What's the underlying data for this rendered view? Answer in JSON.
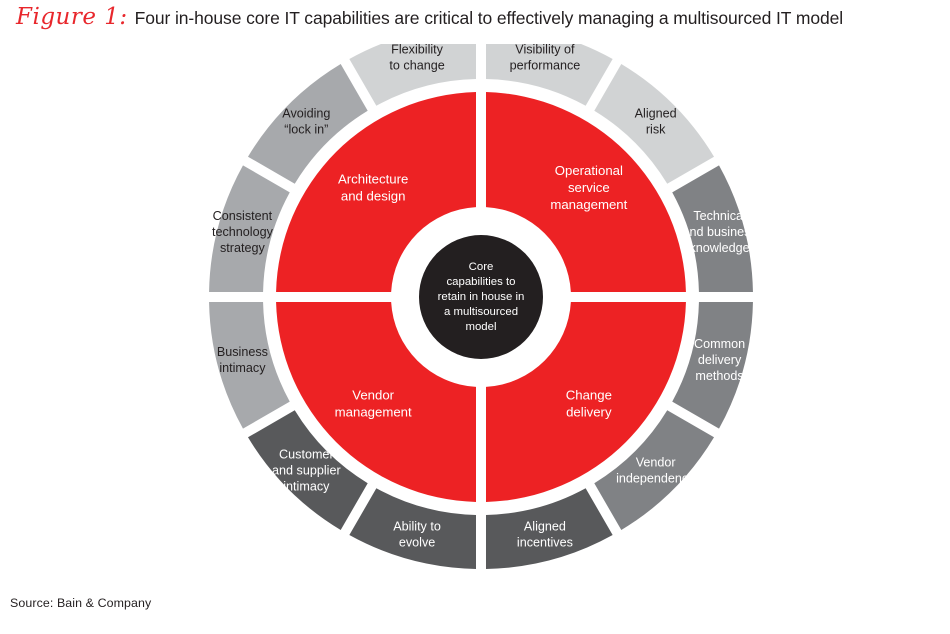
{
  "header": {
    "figure_label": "Figure 1:",
    "title": "Four in-house core IT capabilities are critical to effectively managing a multisourced IT model"
  },
  "source": {
    "text": "Source: Bain & Company"
  },
  "colors": {
    "red": "#ed2224",
    "center_black": "#231f20",
    "gray_light": "#d1d3d4",
    "gray_medium_light": "#a7a9ac",
    "gray_medium_dark": "#808285",
    "gray_dark": "#58595b",
    "background": "#ffffff",
    "text_dark": "#231f20",
    "text_light": "#ffffff"
  },
  "chart_data": {
    "type": "pie",
    "title": "Four in-house core IT capabilities are critical to effectively managing a multisourced IT model",
    "center": {
      "lines": [
        "Core",
        "capabilities to",
        "retain in house in",
        "a multisourced",
        "model"
      ],
      "color": "#231f20"
    },
    "inner_ring": {
      "note": "Four red core-capability quadrants, 90 degrees each",
      "segments": [
        {
          "id": "architecture-and-design",
          "lines": [
            "Architecture",
            "and design"
          ],
          "start_angle": 270,
          "end_angle": 360,
          "color": "#ed2224",
          "text_color": "#ffffff"
        },
        {
          "id": "operational-service-management",
          "lines": [
            "Operational",
            "service",
            "management"
          ],
          "start_angle": 0,
          "end_angle": 90,
          "color": "#ed2224",
          "text_color": "#ffffff"
        },
        {
          "id": "change-delivery",
          "lines": [
            "Change",
            "delivery"
          ],
          "start_angle": 90,
          "end_angle": 180,
          "color": "#ed2224",
          "text_color": "#ffffff"
        },
        {
          "id": "vendor-management",
          "lines": [
            "Vendor",
            "management"
          ],
          "start_angle": 180,
          "end_angle": 270,
          "color": "#ed2224",
          "text_color": "#ffffff"
        }
      ]
    },
    "outer_ring": {
      "note": "Twelve outcome segments, 30 degrees each, grouped in fours by quadrant shade",
      "segments": [
        {
          "id": "avoiding-lock-in",
          "lines": [
            "Avoiding",
            "“lock in”"
          ],
          "start_angle": 300,
          "end_angle": 330,
          "color": "#a7a9ac",
          "text_color": "#231f20",
          "quadrant": "architecture-and-design"
        },
        {
          "id": "consistent-technology-strategy",
          "lines": [
            "Consistent",
            "technology",
            "strategy"
          ],
          "start_angle": 270,
          "end_angle": 300,
          "color": "#a7a9ac",
          "text_color": "#231f20",
          "quadrant": "architecture-and-design"
        },
        {
          "id": "business-intimacy",
          "lines": [
            "Business",
            "intimacy"
          ],
          "start_angle": 240,
          "end_angle": 270,
          "color": "#a7a9ac",
          "text_color": "#231f20",
          "quadrant": "architecture-and-design"
        },
        {
          "id": "flexibility-to-change",
          "lines": [
            "Flexibility",
            "to change"
          ],
          "start_angle": 330,
          "end_angle": 360,
          "color": "#d1d3d4",
          "text_color": "#231f20",
          "quadrant": "operational-service-management"
        },
        {
          "id": "visibility-of-performance",
          "lines": [
            "Visibility of",
            "performance"
          ],
          "start_angle": 0,
          "end_angle": 30,
          "color": "#d1d3d4",
          "text_color": "#231f20",
          "quadrant": "operational-service-management"
        },
        {
          "id": "aligned-risk",
          "lines": [
            "Aligned",
            "risk"
          ],
          "start_angle": 30,
          "end_angle": 60,
          "color": "#d1d3d4",
          "text_color": "#231f20",
          "quadrant": "operational-service-management"
        },
        {
          "id": "technical-and-business-knowledge",
          "lines": [
            "Technical",
            "and business",
            "knowledge"
          ],
          "start_angle": 60,
          "end_angle": 90,
          "color": "#808285",
          "text_color": "#ffffff",
          "quadrant": "change-delivery"
        },
        {
          "id": "common-delivery-methods",
          "lines": [
            "Common",
            "delivery",
            "methods"
          ],
          "start_angle": 90,
          "end_angle": 120,
          "color": "#808285",
          "text_color": "#ffffff",
          "quadrant": "change-delivery"
        },
        {
          "id": "vendor-independence",
          "lines": [
            "Vendor",
            "independence"
          ],
          "start_angle": 120,
          "end_angle": 150,
          "color": "#808285",
          "text_color": "#ffffff",
          "quadrant": "change-delivery"
        },
        {
          "id": "aligned-incentives",
          "lines": [
            "Aligned",
            "incentives"
          ],
          "start_angle": 150,
          "end_angle": 180,
          "color": "#58595b",
          "text_color": "#ffffff",
          "quadrant": "vendor-management"
        },
        {
          "id": "ability-to-evolve",
          "lines": [
            "Ability to",
            "evolve"
          ],
          "start_angle": 180,
          "end_angle": 210,
          "color": "#58595b",
          "text_color": "#ffffff",
          "quadrant": "vendor-management"
        },
        {
          "id": "customer-and-supplier-intimacy",
          "lines": [
            "Customer",
            "and supplier",
            "intimacy"
          ],
          "start_angle": 210,
          "end_angle": 240,
          "color": "#58595b",
          "text_color": "#ffffff",
          "quadrant": "vendor-management"
        }
      ]
    }
  }
}
